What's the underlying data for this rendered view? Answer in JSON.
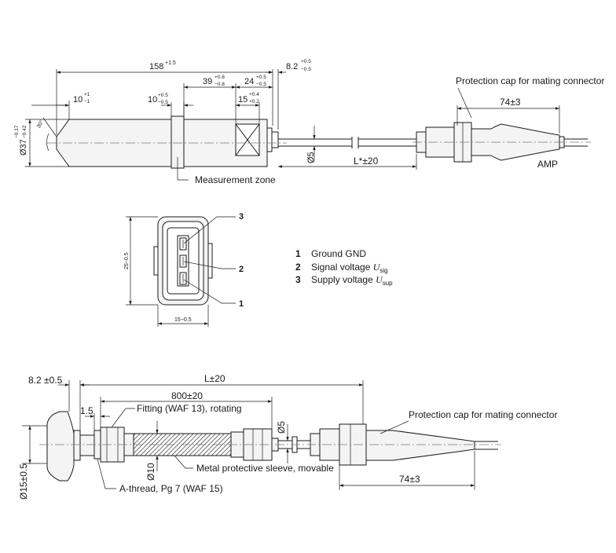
{
  "top_view": {
    "dim_total": "158",
    "dim_total_tol": "+1.5",
    "dim_cap": "8.2",
    "dim_cap_tol_top": "+0.5",
    "dim_cap_tol_bot": "−0.5",
    "dim_a": "39",
    "dim_a_tol_top": "+0.8",
    "dim_a_tol_bot": "−0.8",
    "dim_b": "24",
    "dim_b_tol_top": "+0.5",
    "dim_b_tol_bot": "−0.5",
    "dim_c": "10",
    "dim_c_tol_top": "+0.5",
    "dim_c_tol_bot": "−0.5",
    "dim_d": "15",
    "dim_d_tol_top": "+0.4",
    "dim_d_tol_bot": "+0.2",
    "dim_tip": "10",
    "dim_tip_tol_top": "+1",
    "dim_tip_tol_bot": "−1",
    "dim_angle": "30°",
    "dim_diameter": "Ø37",
    "dim_diameter_tol_top": "−0.17",
    "dim_diameter_tol_bot": "−0.42",
    "dim_cable": "Ø5",
    "dim_length": "L*±20",
    "dim_connector": "74±3",
    "label_cap": "Protection cap for mating connector",
    "label_amp": "AMP",
    "label_zone": "Measurement zone"
  },
  "connector_view": {
    "dim_height": "25−0.5",
    "dim_width": "15−0.5",
    "pin_callouts": [
      "3",
      "2",
      "1"
    ]
  },
  "pin_legend": [
    {
      "num": "1",
      "text": "Ground GND",
      "sym": "",
      "sub": ""
    },
    {
      "num": "2",
      "text": "Signal voltage ",
      "sym": "U",
      "sub": "sig"
    },
    {
      "num": "3",
      "text": "Supply voltage ",
      "sym": "U",
      "sub": "sup"
    }
  ],
  "bottom_view": {
    "dim_cap": "8.2 ±0.5",
    "dim_length": "L±20",
    "dim_sleeve": "800±20",
    "dim_step": "1.5",
    "dim_cable": "Ø5",
    "dim_sleeve_dia": "Ø10",
    "dim_flange_dia": "Ø15±0.5",
    "dim_connector": "74±3",
    "label_fitting": "Fitting (WAF 13), rotating",
    "label_sleeve": "Metal protective sleeve, movable",
    "label_thread": "A-thread, Pg 7 (WAF 15)",
    "label_cap": "Protection cap for mating connector"
  }
}
